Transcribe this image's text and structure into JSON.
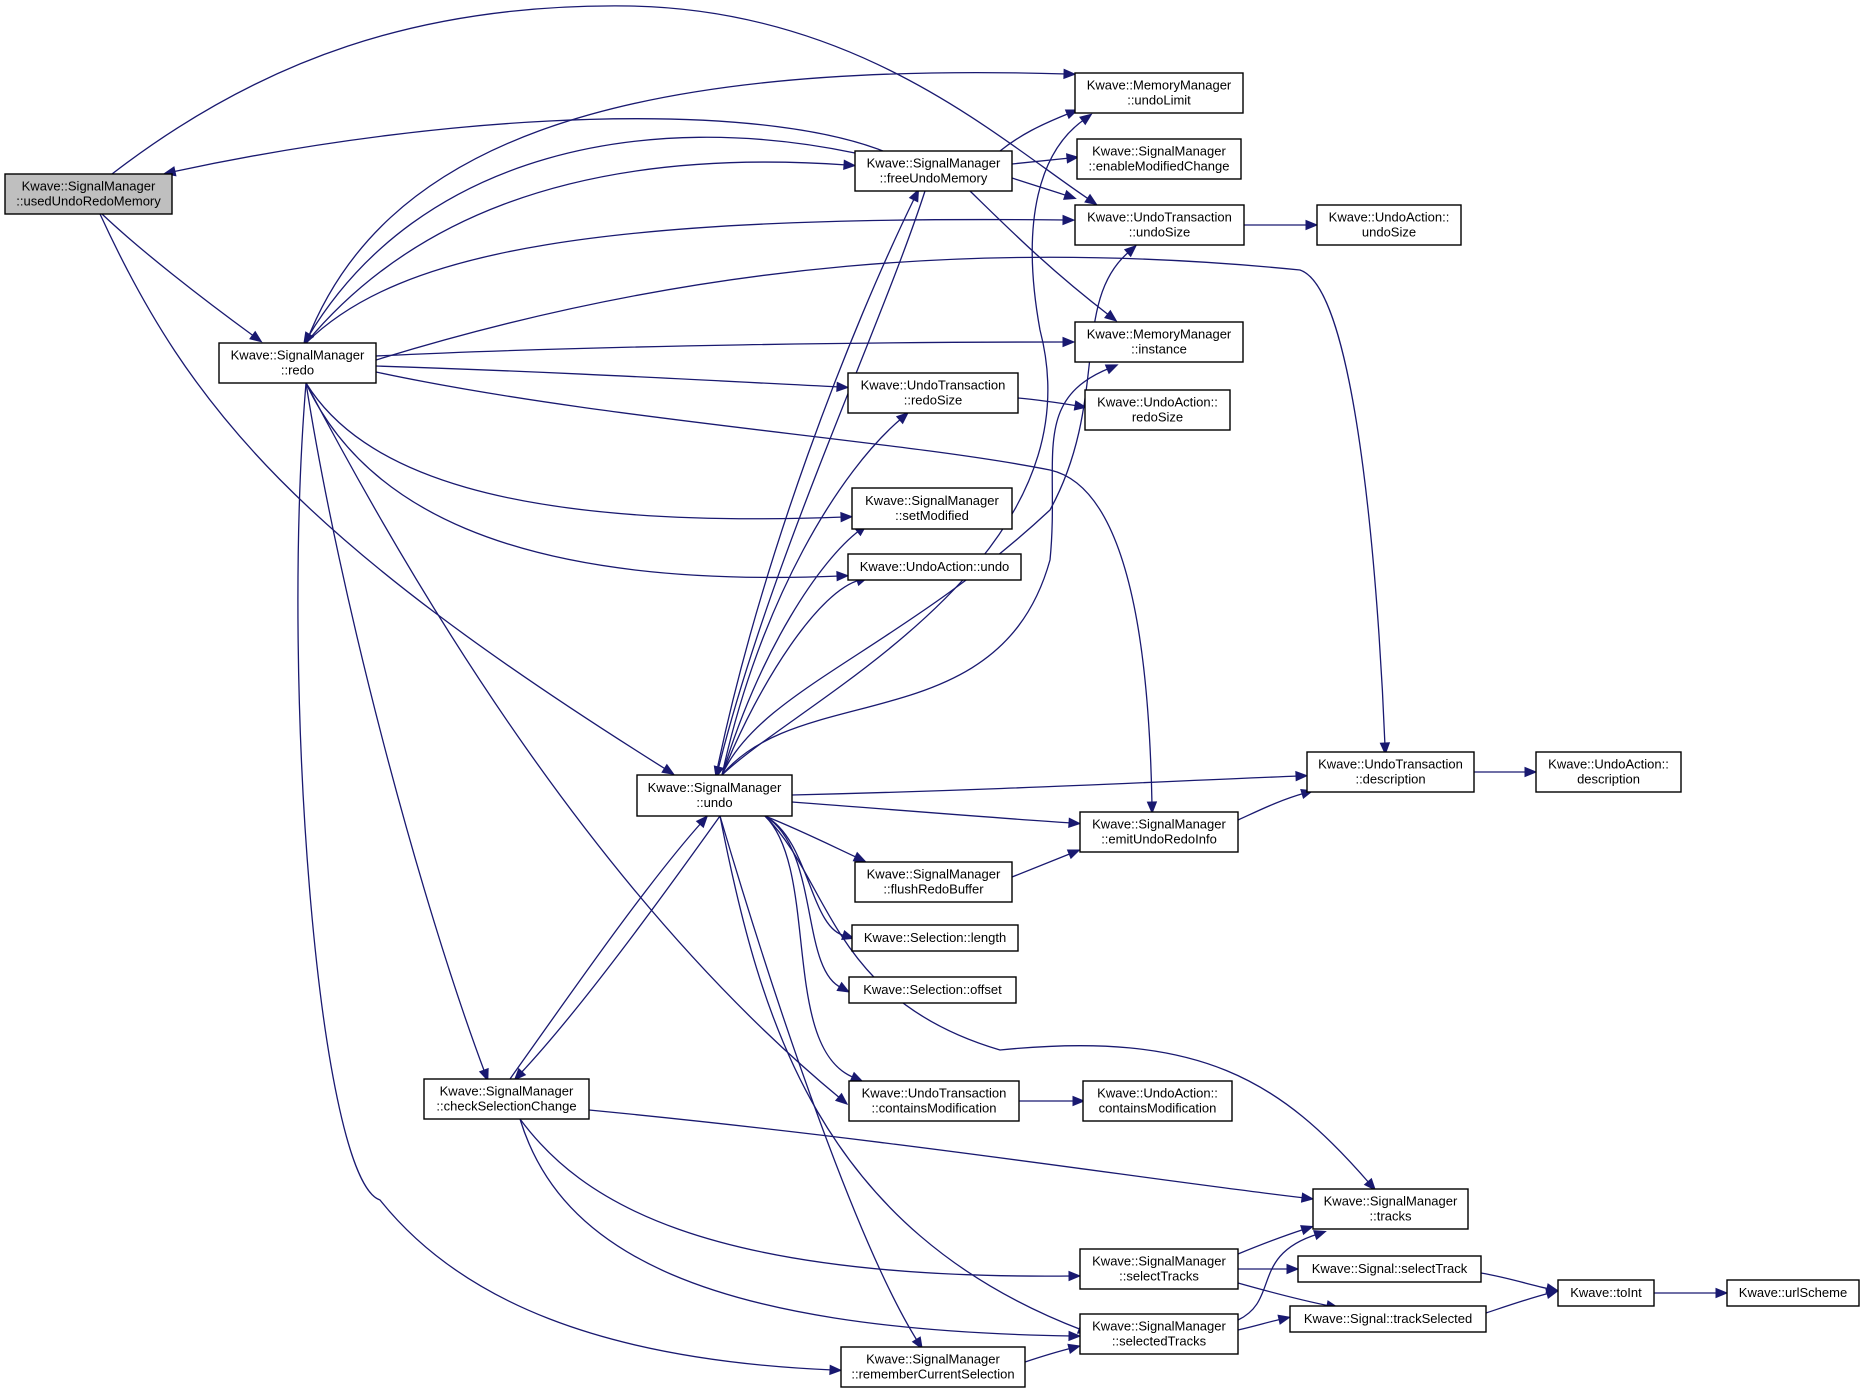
{
  "nodes": [
    {
      "id": "usedUndoRedoMemory",
      "lines": [
        "Kwave::SignalManager",
        "::usedUndoRedoMemory"
      ],
      "root": true
    },
    {
      "id": "redo",
      "lines": [
        "Kwave::SignalManager",
        "::redo"
      ]
    },
    {
      "id": "undo",
      "lines": [
        "Kwave::SignalManager",
        "::undo"
      ]
    },
    {
      "id": "checkSelectionChange",
      "lines": [
        "Kwave::SignalManager",
        "::checkSelectionChange"
      ]
    },
    {
      "id": "freeUndoMemory",
      "lines": [
        "Kwave::SignalManager",
        "::freeUndoMemory"
      ]
    },
    {
      "id": "undoLimit",
      "lines": [
        "Kwave::MemoryManager",
        "::undoLimit"
      ]
    },
    {
      "id": "enableModifiedChange",
      "lines": [
        "Kwave::SignalManager",
        "::enableModifiedChange"
      ]
    },
    {
      "id": "ut_undoSize",
      "lines": [
        "Kwave::UndoTransaction",
        "::undoSize"
      ]
    },
    {
      "id": "ua_undoSize",
      "lines": [
        "Kwave::UndoAction::",
        "undoSize"
      ]
    },
    {
      "id": "mm_instance",
      "lines": [
        "Kwave::MemoryManager",
        "::instance"
      ]
    },
    {
      "id": "ut_redoSize",
      "lines": [
        "Kwave::UndoTransaction",
        "::redoSize"
      ]
    },
    {
      "id": "ua_redoSize",
      "lines": [
        "Kwave::UndoAction::",
        "redoSize"
      ]
    },
    {
      "id": "setModified",
      "lines": [
        "Kwave::SignalManager",
        "::setModified"
      ]
    },
    {
      "id": "ua_undo",
      "lines": [
        "Kwave::UndoAction::undo"
      ]
    },
    {
      "id": "ut_description",
      "lines": [
        "Kwave::UndoTransaction",
        "::description"
      ]
    },
    {
      "id": "ua_description",
      "lines": [
        "Kwave::UndoAction::",
        "description"
      ]
    },
    {
      "id": "emitUndoRedoInfo",
      "lines": [
        "Kwave::SignalManager",
        "::emitUndoRedoInfo"
      ]
    },
    {
      "id": "flushRedoBuffer",
      "lines": [
        "Kwave::SignalManager",
        "::flushRedoBuffer"
      ]
    },
    {
      "id": "sel_length",
      "lines": [
        "Kwave::Selection::length"
      ]
    },
    {
      "id": "sel_offset",
      "lines": [
        "Kwave::Selection::offset"
      ]
    },
    {
      "id": "ut_containsModification",
      "lines": [
        "Kwave::UndoTransaction",
        "::containsModification"
      ]
    },
    {
      "id": "ua_containsModification",
      "lines": [
        "Kwave::UndoAction::",
        "containsModification"
      ]
    },
    {
      "id": "tracks",
      "lines": [
        "Kwave::SignalManager",
        "::tracks"
      ]
    },
    {
      "id": "selectTracks",
      "lines": [
        "Kwave::SignalManager",
        "::selectTracks"
      ]
    },
    {
      "id": "selectedTracks",
      "lines": [
        "Kwave::SignalManager",
        "::selectedTracks"
      ]
    },
    {
      "id": "rememberCurrentSelection",
      "lines": [
        "Kwave::SignalManager",
        "::rememberCurrentSelection"
      ]
    },
    {
      "id": "signal_selectTrack",
      "lines": [
        "Kwave::Signal::selectTrack"
      ]
    },
    {
      "id": "signal_trackSelected",
      "lines": [
        "Kwave::Signal::trackSelected"
      ]
    },
    {
      "id": "toInt",
      "lines": [
        "Kwave::toInt"
      ]
    },
    {
      "id": "urlScheme",
      "lines": [
        "Kwave::urlScheme"
      ]
    }
  ],
  "edges": [
    [
      "usedUndoRedoMemory",
      "redo"
    ],
    [
      "usedUndoRedoMemory",
      "undo"
    ],
    [
      "usedUndoRedoMemory",
      "ut_undoSize"
    ],
    [
      "redo",
      "usedUndoRedoMemory"
    ],
    [
      "redo",
      "undoLimit"
    ],
    [
      "redo",
      "freeUndoMemory"
    ],
    [
      "redo",
      "ut_undoSize"
    ],
    [
      "redo",
      "ut_description"
    ],
    [
      "redo",
      "mm_instance"
    ],
    [
      "redo",
      "ut_redoSize"
    ],
    [
      "redo",
      "emitUndoRedoInfo"
    ],
    [
      "redo",
      "setModified"
    ],
    [
      "redo",
      "ua_undo"
    ],
    [
      "redo",
      "checkSelectionChange"
    ],
    [
      "redo",
      "ut_containsModification"
    ],
    [
      "redo",
      "rememberCurrentSelection"
    ],
    [
      "freeUndoMemory",
      "redo"
    ],
    [
      "freeUndoMemory",
      "undoLimit"
    ],
    [
      "freeUndoMemory",
      "enableModifiedChange"
    ],
    [
      "freeUndoMemory",
      "ut_undoSize"
    ],
    [
      "freeUndoMemory",
      "mm_instance"
    ],
    [
      "freeUndoMemory",
      "undo"
    ],
    [
      "ut_undoSize",
      "ua_undoSize"
    ],
    [
      "ut_redoSize",
      "ua_redoSize"
    ],
    [
      "ut_description",
      "ua_description"
    ],
    [
      "ut_containsModification",
      "ua_containsModification"
    ],
    [
      "undo",
      "freeUndoMemory"
    ],
    [
      "undo",
      "undoLimit"
    ],
    [
      "undo",
      "ut_undoSize"
    ],
    [
      "undo",
      "mm_instance"
    ],
    [
      "undo",
      "ut_redoSize"
    ],
    [
      "undo",
      "setModified"
    ],
    [
      "undo",
      "ua_undo"
    ],
    [
      "undo",
      "ut_description"
    ],
    [
      "undo",
      "emitUndoRedoInfo"
    ],
    [
      "undo",
      "flushRedoBuffer"
    ],
    [
      "undo",
      "sel_length"
    ],
    [
      "undo",
      "sel_offset"
    ],
    [
      "undo",
      "ut_containsModification"
    ],
    [
      "undo",
      "tracks"
    ],
    [
      "undo",
      "checkSelectionChange"
    ],
    [
      "undo",
      "selectedTracks"
    ],
    [
      "undo",
      "rememberCurrentSelection"
    ],
    [
      "checkSelectionChange",
      "undo"
    ],
    [
      "checkSelectionChange",
      "tracks"
    ],
    [
      "checkSelectionChange",
      "selectTracks"
    ],
    [
      "checkSelectionChange",
      "selectedTracks"
    ],
    [
      "emitUndoRedoInfo",
      "ut_description"
    ],
    [
      "flushRedoBuffer",
      "emitUndoRedoInfo"
    ],
    [
      "selectTracks",
      "tracks"
    ],
    [
      "selectTracks",
      "signal_selectTrack"
    ],
    [
      "selectTracks",
      "signal_trackSelected"
    ],
    [
      "selectedTracks",
      "tracks"
    ],
    [
      "selectedTracks",
      "signal_trackSelected"
    ],
    [
      "signal_selectTrack",
      "toInt"
    ],
    [
      "signal_trackSelected",
      "toInt"
    ],
    [
      "toInt",
      "urlScheme"
    ],
    [
      "rememberCurrentSelection",
      "selectedTracks"
    ]
  ]
}
